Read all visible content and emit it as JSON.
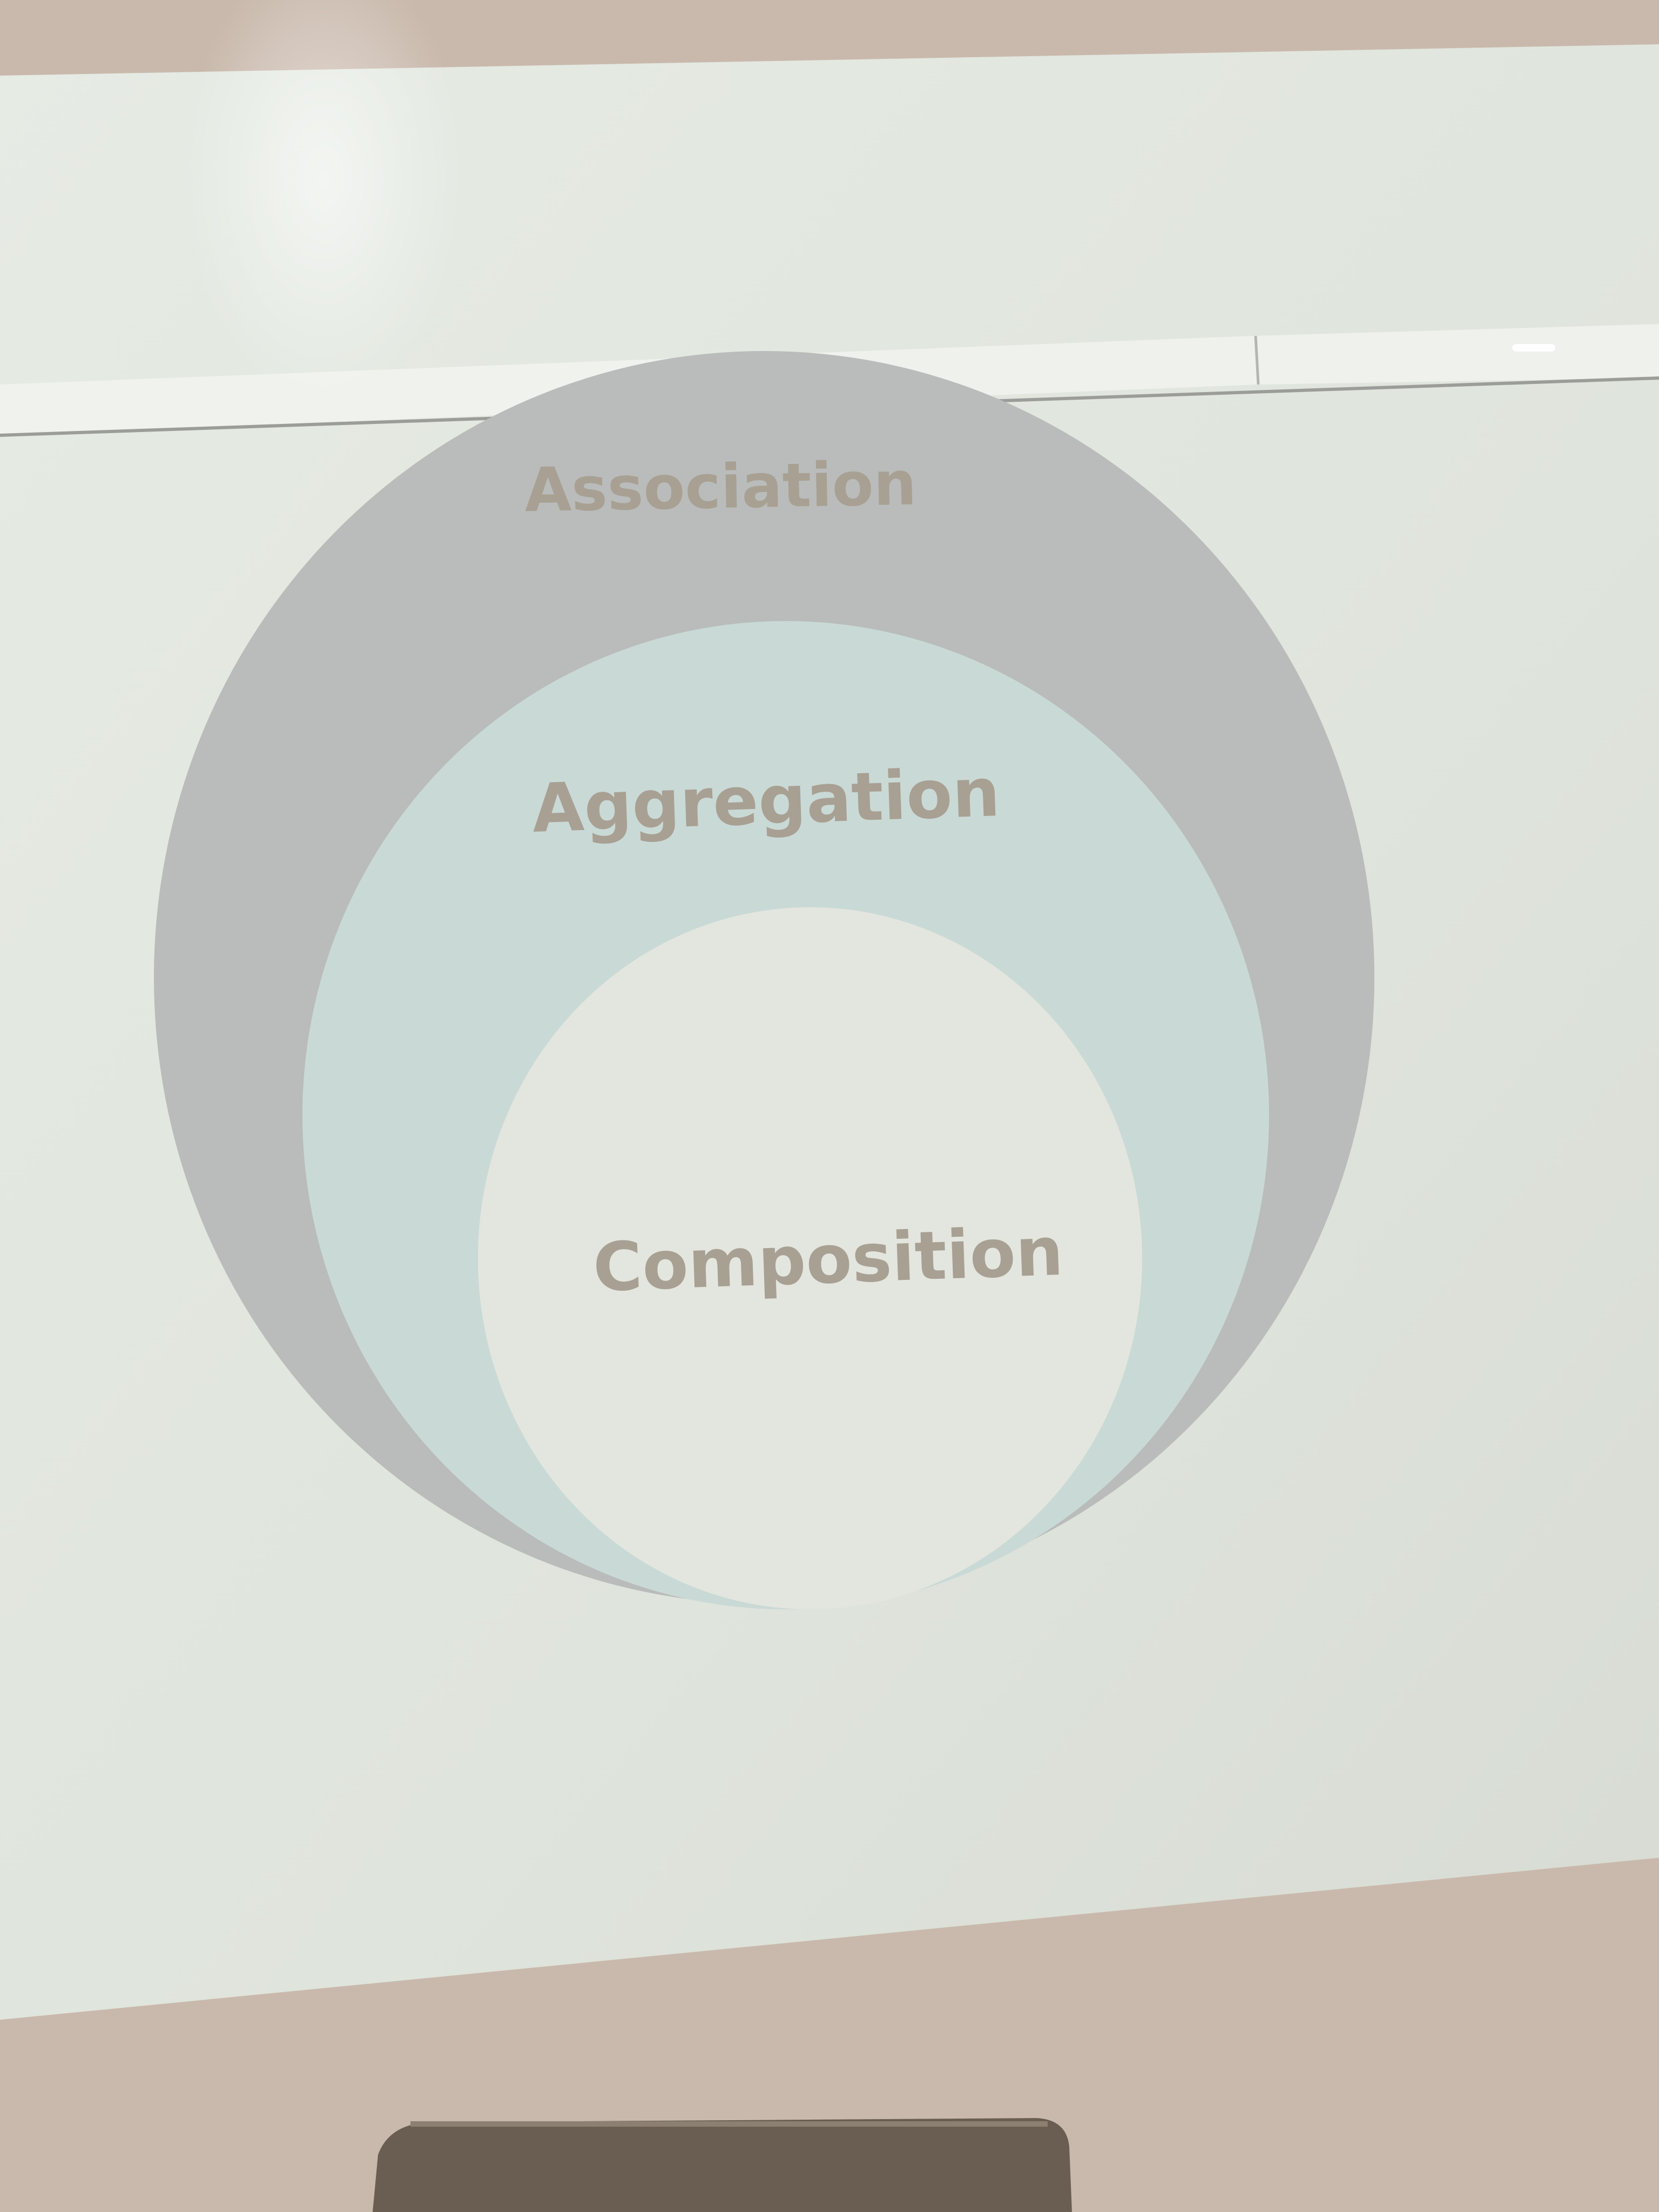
{
  "diagram": {
    "type": "nested-circles",
    "labels": {
      "association": "Association",
      "aggregation": "Aggregation",
      "composition": "Composition"
    },
    "colors": {
      "wall": "#c9b9ac",
      "screen": "#dfe4dc",
      "screen_rail": "#f1f3ee",
      "association_fill": "#b9bcba",
      "aggregation_fill": "#c9d9d6",
      "composition_fill": "#e3e6df",
      "label_text": "#a8a093",
      "laptop": "#6a5e52"
    }
  }
}
